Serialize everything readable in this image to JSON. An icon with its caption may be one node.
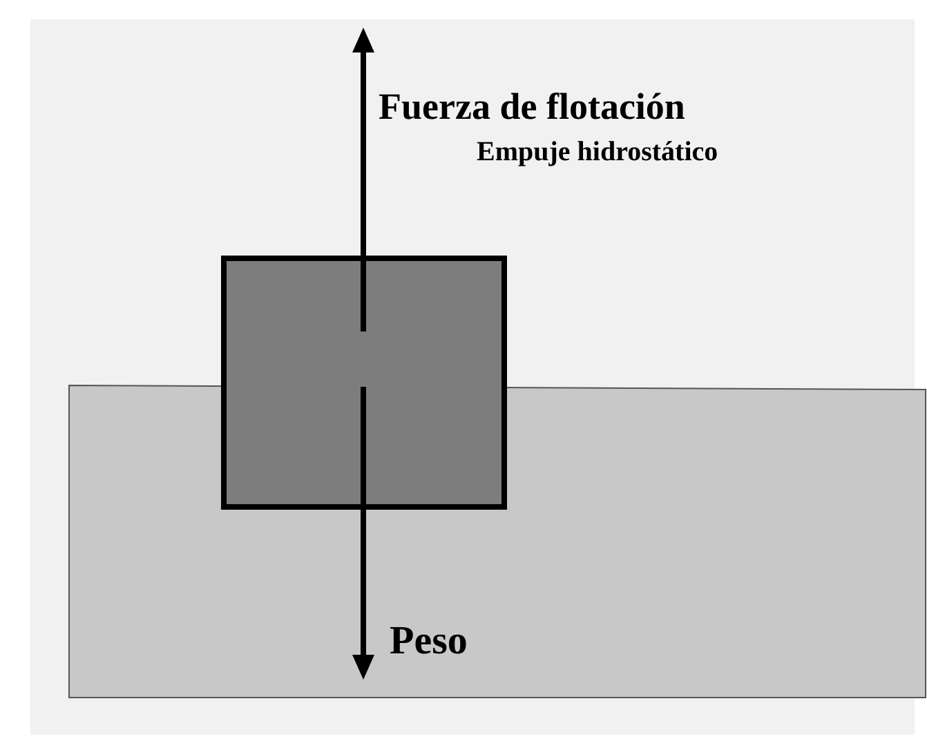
{
  "diagram": {
    "nodes": [
      {
        "text": [],
        "shape": "box"
      }
    ],
    "labels": [
      "Fuerza de flotación",
      "Empuje hidrostático",
      "Peso"
    ]
  }
}
